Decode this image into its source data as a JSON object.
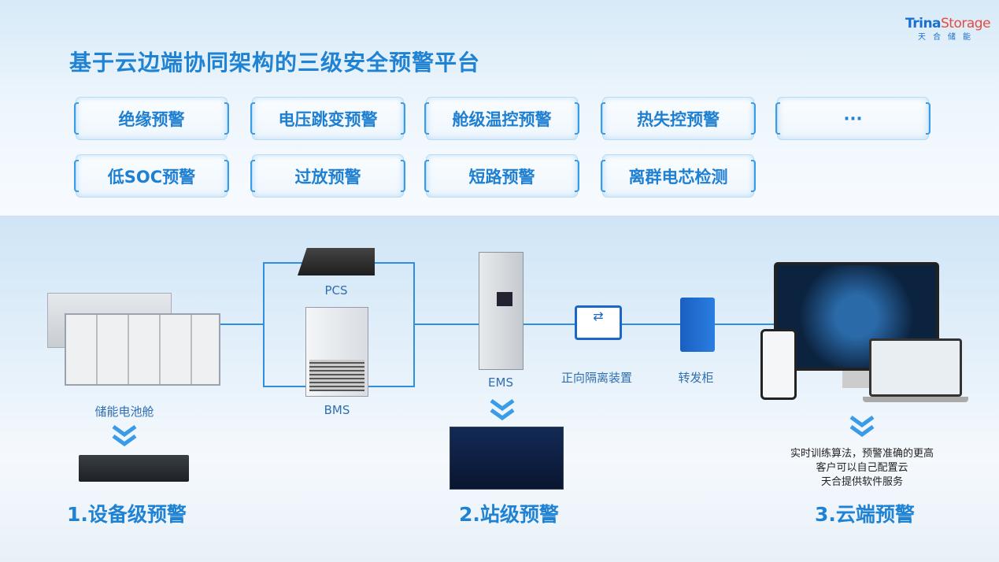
{
  "title": "基于云边端协同架构的三级安全预警平台",
  "logo": {
    "brand_a": "Trina",
    "brand_b": "Storage",
    "sub": "天合储能"
  },
  "warnings": [
    "绝缘预警",
    "电压跳变预警",
    "舱级温控预警",
    "热失控预警",
    "···",
    "低SOC预警",
    "过放预警",
    "短路预警",
    "离群电芯检测"
  ],
  "devices": {
    "battery": "储能电池舱",
    "pcs": "PCS",
    "bms": "BMS",
    "ems": "EMS",
    "isolator": "正向隔离装置",
    "forward": "转发柜"
  },
  "cloud_notes": [
    "实时训练算法，预警准确的更高",
    "客户可以自己配置云",
    "天合提供软件服务"
  ],
  "levels": [
    "1.设备级预警",
    "2.站级预警",
    "3.云端预警"
  ],
  "colors": {
    "accent": "#1f82d2",
    "line": "#2e8fe0"
  }
}
